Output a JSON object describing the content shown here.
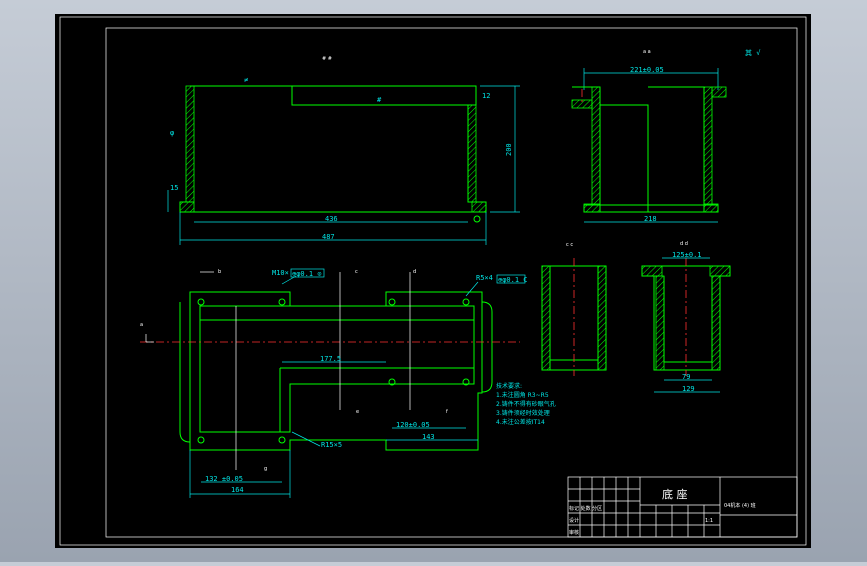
{
  "colors": {
    "background": "#000000",
    "outline": "#00ff00",
    "dimension": "#00e5e5",
    "centerline": "#ff3030",
    "frame": "#ffffff"
  },
  "view_labels": {
    "top_view": "# #",
    "side_view": "a a",
    "section_c": "c c",
    "section_d": "d d"
  },
  "roughness": {
    "symbol": "其 √"
  },
  "front_view": {
    "d_width": "436",
    "d_total": "487",
    "d_height": "200",
    "d_small": "15",
    "d_right_top": "12",
    "mark_top": "≠",
    "mark_mid": "#",
    "mark_left": "φ"
  },
  "side_view": {
    "d_top": "221±0.05",
    "d_bottom": "218"
  },
  "section_d": {
    "d_top": "125±0.1",
    "d_inner": "79",
    "d_outer": "129"
  },
  "plan_view": {
    "d_1775": "177.5",
    "d_120": "120±0.05",
    "d_143": "143",
    "d_132": "132 ±0.05",
    "d_164": "164",
    "callout_m": "M10×",
    "callout_m_tol": "⊕φ0.1 ⊙",
    "callout_r": "R5×4",
    "callout_r_tol": "⊕φ0.1 C",
    "callout_r15": "R15×5",
    "sec_a": "a",
    "sec_b": "b",
    "sec_c": "c",
    "sec_d": "d",
    "sec_e": "e",
    "sec_f": "f",
    "sec_g": "g"
  },
  "notes": {
    "title": "技术要求:",
    "line1": "1.未注圆角 R3~R5",
    "line2": "2.铸件不得有砂眼气孔",
    "line3": "3.铸件须经时效处理",
    "line4": "4.未注公差按IT14"
  },
  "title_block": {
    "part_name": "底 座",
    "class_name": "04机本 (4) 班",
    "row_a": "标记 处数 分区",
    "row_b": "设计",
    "row_c": "审核",
    "scale": "1:1"
  }
}
